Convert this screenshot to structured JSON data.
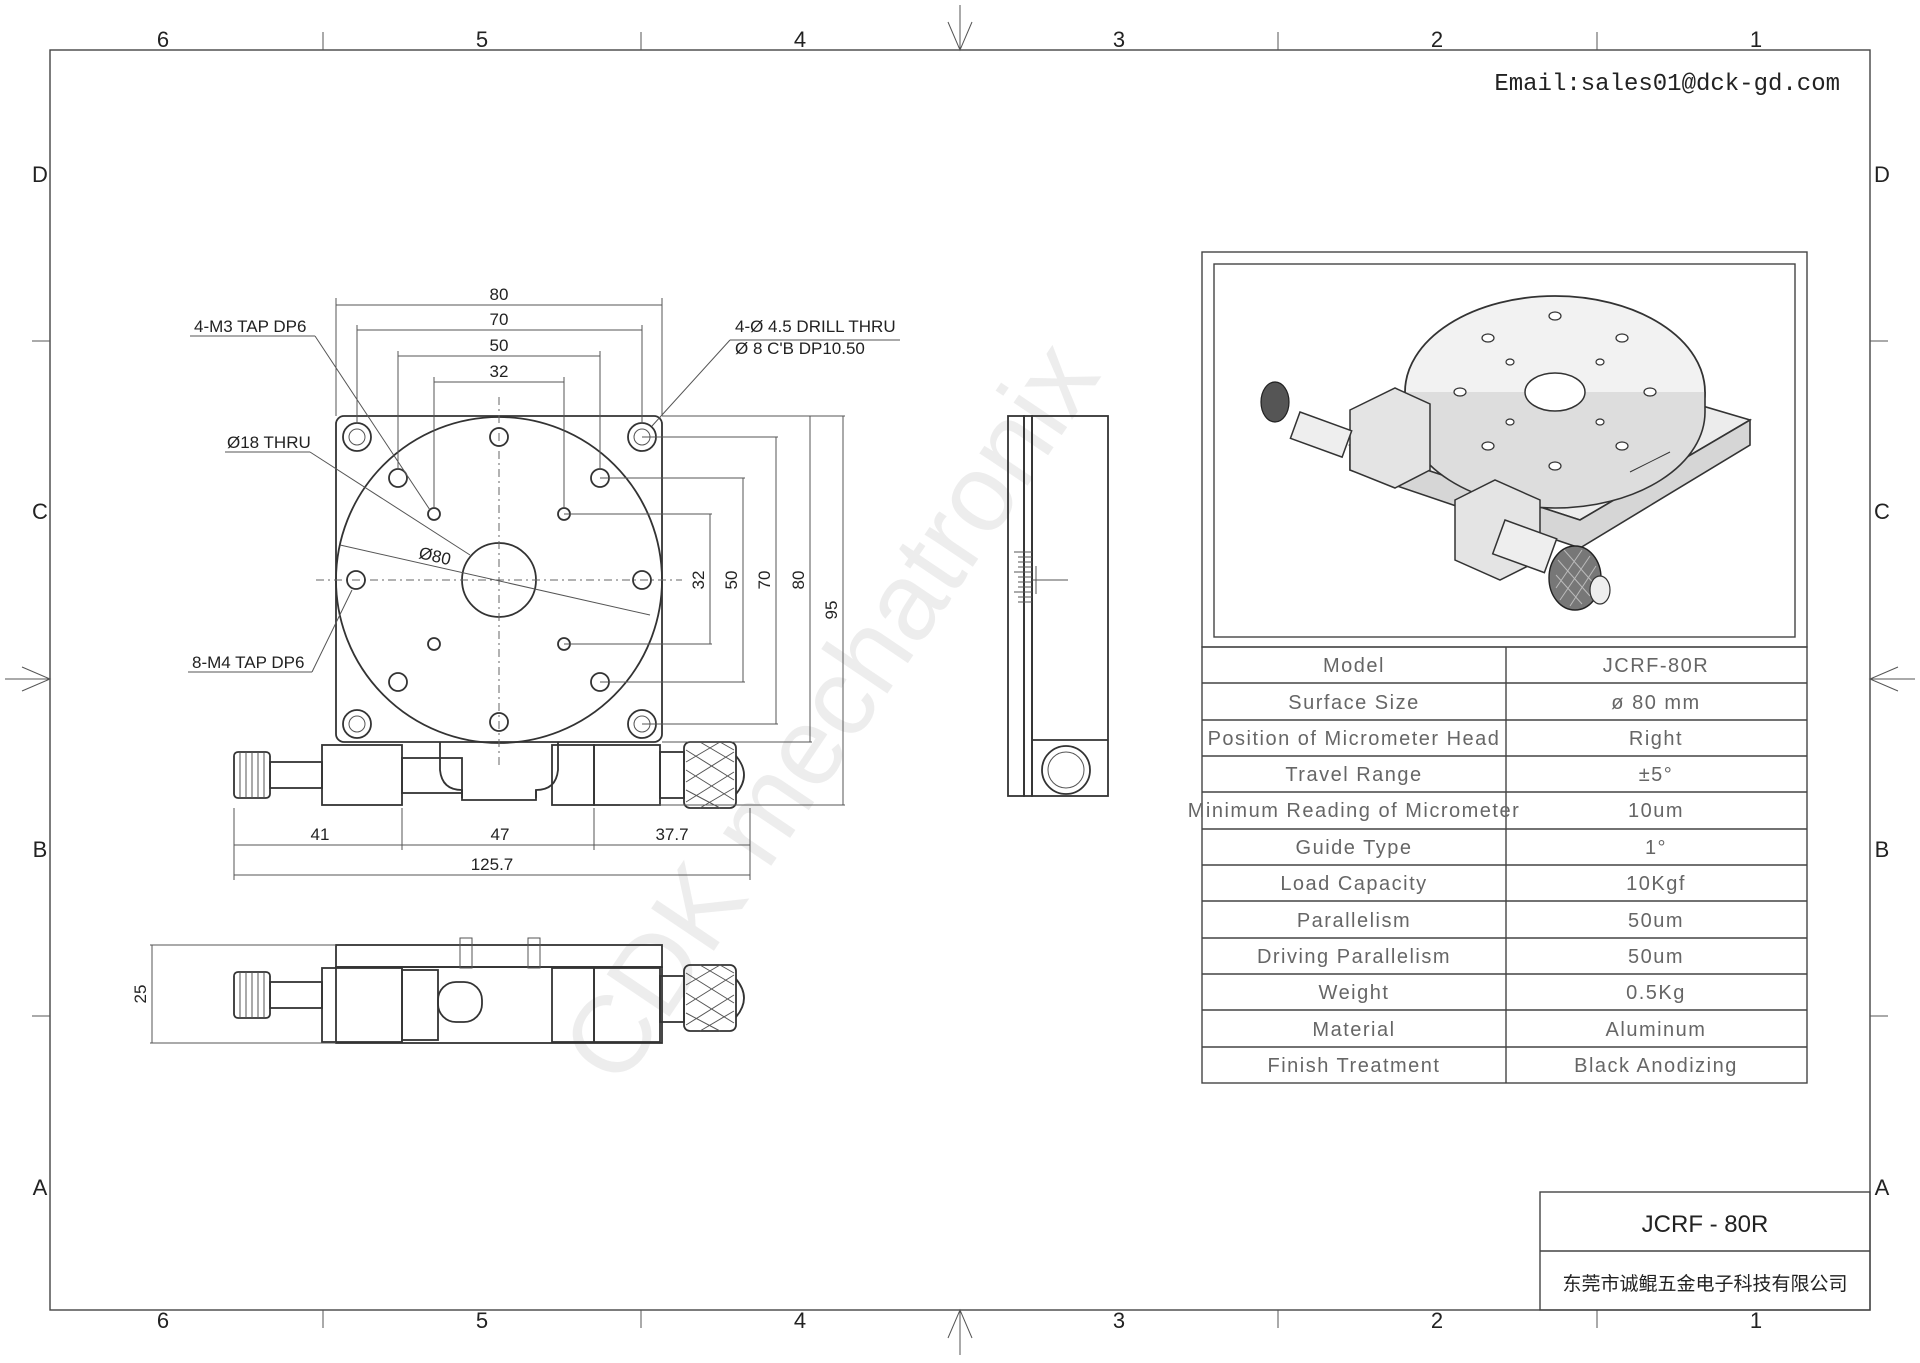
{
  "header": {
    "email": "Email:sales01@dck-gd.com"
  },
  "watermark": "CDK mechatronix",
  "zones": {
    "columns": [
      "6",
      "5",
      "4",
      "3",
      "2",
      "1"
    ],
    "rows": [
      "D",
      "C",
      "B",
      "A"
    ]
  },
  "callouts": {
    "m3_tap": "4-M3 TAP DP6",
    "drill_thru": "4-Ø 4.5 DRILL THRU",
    "counterbore": "Ø 8 C'B DP10.50",
    "center_hole": "Ø18 THRU",
    "table_dia": "Ø80",
    "m4_tap": "8-M4 TAP DP6"
  },
  "dimensions": {
    "top": [
      "80",
      "70",
      "50",
      "32"
    ],
    "right": [
      "32",
      "50",
      "70",
      "80",
      "95"
    ],
    "bottom": [
      "41",
      "47",
      "37.7",
      "125.7"
    ],
    "height": "25"
  },
  "spec_table": [
    {
      "label": "Model",
      "value": "JCRF-80R"
    },
    {
      "label": "Surface Size",
      "value": "ø 80 mm"
    },
    {
      "label": "Position of Micrometer Head",
      "value": "Right"
    },
    {
      "label": "Travel Range",
      "value": "±5°"
    },
    {
      "label": "Minimum Reading of Micrometer",
      "value": "10um"
    },
    {
      "label": "Guide Type",
      "value": "1°"
    },
    {
      "label": "Load Capacity",
      "value": "10Kgf"
    },
    {
      "label": "Parallelism",
      "value": "50um"
    },
    {
      "label": "Driving Parallelism",
      "value": "50um"
    },
    {
      "label": "Weight",
      "value": "0.5Kg"
    },
    {
      "label": "Material",
      "value": "Aluminum"
    },
    {
      "label": "Finish Treatment",
      "value": "Black Anodizing"
    }
  ],
  "title_block": {
    "model": "JCRF - 80R",
    "company": "东莞市诚鲲五金电子科技有限公司"
  }
}
